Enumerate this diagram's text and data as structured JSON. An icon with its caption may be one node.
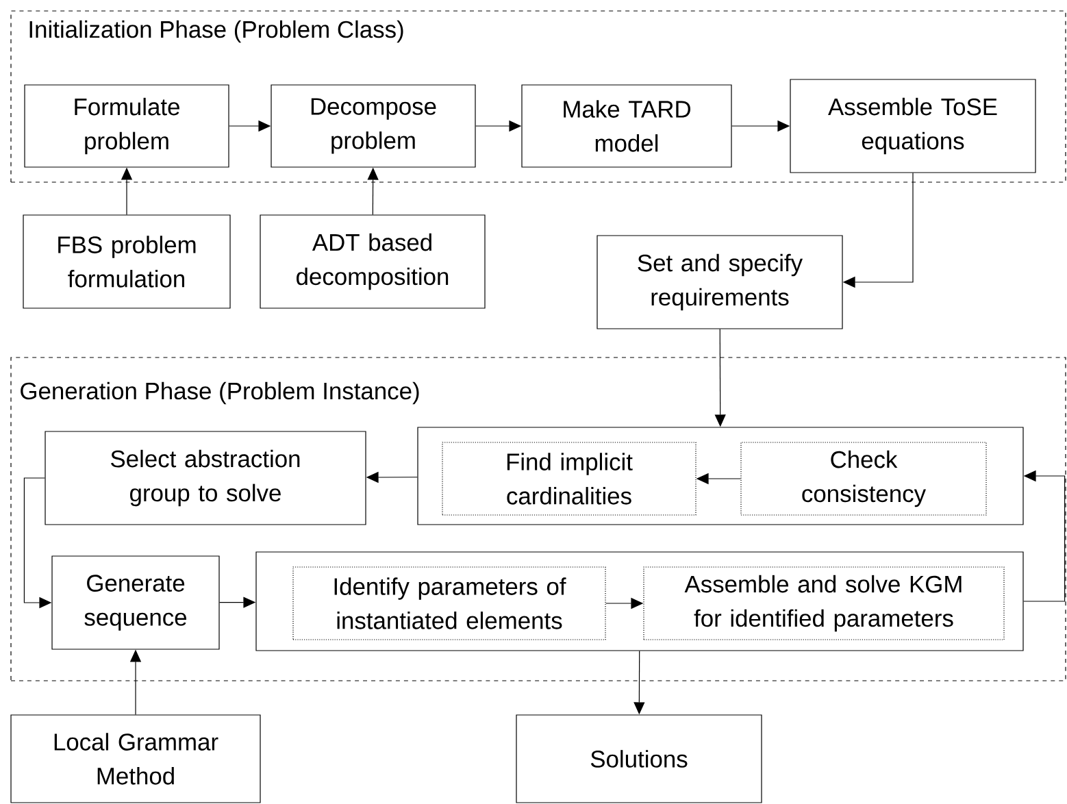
{
  "diagram": {
    "nodes": [
      {
        "text": [
          "Initialization Phase (Problem Class)"
        ]
      },
      {
        "text": [
          "Formulate problem"
        ],
        "in": 0
      },
      {
        "text": [
          "Decompose problem"
        ],
        "in": 0
      },
      {
        "text": [
          "Make TARD model"
        ],
        "in": 0
      },
      {
        "text": [
          "Assemble ToSE equations"
        ],
        "in": 0
      },
      {
        "text": [
          "FBS problem formulation"
        ]
      },
      {
        "text": [
          "ADT based decomposition"
        ]
      },
      {
        "text": [
          "Set and specify requirements"
        ]
      },
      {
        "text": [
          "Generation Phase (Problem Instance)"
        ]
      },
      {
        "text": [
          "Select abstraction group to solve"
        ],
        "in": 8
      },
      {
        "text": [],
        "shape": "box",
        "in": 8
      },
      {
        "text": [
          "Find implicit cardinalities"
        ],
        "in": 10
      },
      {
        "text": [
          "Check consistency"
        ],
        "in": 10
      },
      {
        "text": [
          "Generate sequence"
        ],
        "in": 8
      },
      {
        "text": [],
        "shape": "box",
        "in": 8
      },
      {
        "text": [
          "Identify parameters of instantiated elements"
        ],
        "in": 14
      },
      {
        "text": [
          "Assemble and solve KGM for identified parameters"
        ],
        "in": 14
      },
      {
        "text": [
          "Local Grammar Method"
        ]
      },
      {
        "text": [
          "Solutions"
        ]
      }
    ],
    "edges": [
      {
        "from": 1,
        "to": 2,
        "arrow": "to"
      },
      {
        "from": 2,
        "to": 3,
        "arrow": "to"
      },
      {
        "from": 3,
        "to": 4,
        "arrow": "to"
      },
      {
        "from": 5,
        "to": 1,
        "arrow": "to"
      },
      {
        "from": 6,
        "to": 2,
        "arrow": "to"
      },
      {
        "from": 4,
        "to": 7,
        "arrow": "to"
      },
      {
        "from": 7,
        "to": 10,
        "arrow": "to"
      },
      {
        "from": 12,
        "to": 11,
        "arrow": "to"
      },
      {
        "from": 10,
        "to": 9,
        "arrow": "to"
      },
      {
        "from": 9,
        "to": 13,
        "arrow": "to"
      },
      {
        "from": 13,
        "to": 14,
        "arrow": "to"
      },
      {
        "from": 15,
        "to": 16,
        "arrow": "to"
      },
      {
        "from": 14,
        "to": 10,
        "arrow": "to"
      },
      {
        "from": 17,
        "to": 13,
        "arrow": "to"
      },
      {
        "from": 14,
        "to": 18,
        "arrow": "to"
      }
    ]
  }
}
